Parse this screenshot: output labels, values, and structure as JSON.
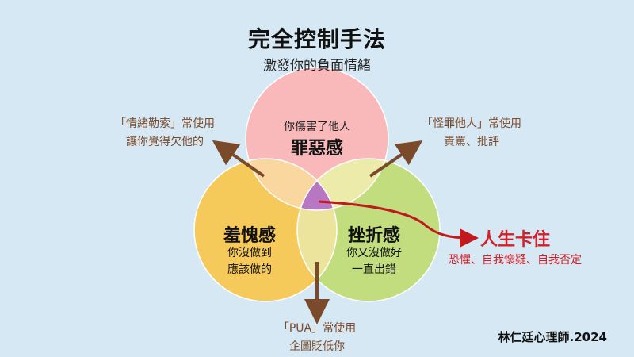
{
  "title": "完全控制手法",
  "subtitle": "激發你的負面情緒",
  "circles": {
    "top": {
      "caption": "你傷害了他人",
      "label": "罪惡感",
      "color": "#f9b9ba"
    },
    "left": {
      "label": "羞愧感",
      "line1": "你沒做到",
      "line2": "應該做的",
      "color": "#f6c95b"
    },
    "right": {
      "label": "挫折感",
      "line1": "你又沒做好",
      "line2": "一直出錯",
      "color": "#c2dd7d"
    },
    "center_color": "#b777c2"
  },
  "annotations": {
    "top_left": {
      "head": "「情緒勒索」常使用",
      "sub": "讓你覺得欠他的"
    },
    "top_right": {
      "head": "「怪罪他人」常使用",
      "sub": "責罵、批評"
    },
    "bottom": {
      "head": "「PUA」常使用",
      "sub": "企圖貶低你"
    }
  },
  "result": {
    "title": "人生卡住",
    "sub": "恐懼、自我懷疑、自我否定"
  },
  "signature": "林仁廷心理師.2024",
  "colors": {
    "arrow_brown": "#7a4a2a",
    "result_red": "#c01a1e"
  }
}
